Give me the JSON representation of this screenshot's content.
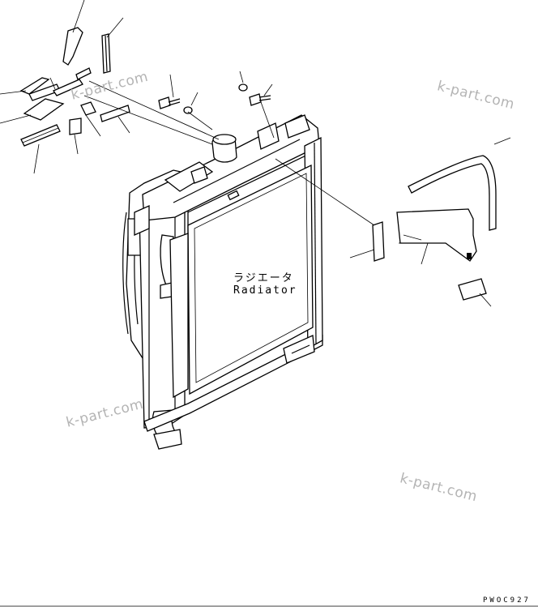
{
  "diagram": {
    "radiator_label_jp": "ラジエータ",
    "radiator_label_en": "Radiator",
    "drawing_code": "PWOC927"
  },
  "watermarks": [
    "k-part.com",
    "k-part.com",
    "k-part.com",
    "k-part.com"
  ]
}
